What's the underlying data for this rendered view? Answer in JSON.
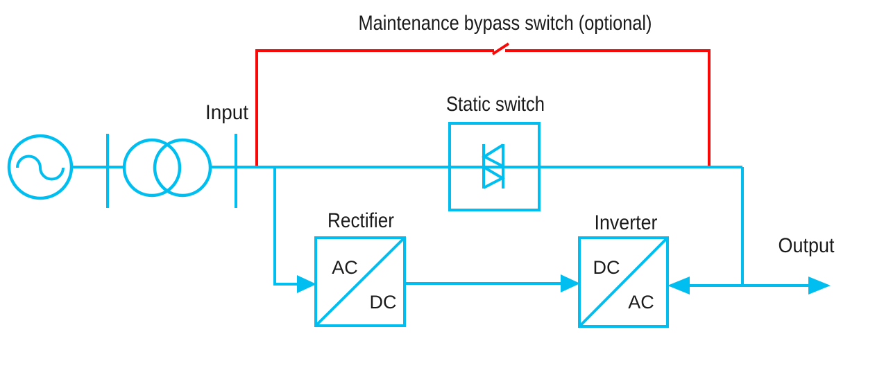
{
  "colors": {
    "line": "#00BFF0",
    "bypass": "#F90808",
    "text": "#1A1A1A",
    "background": "#FFFFFF"
  },
  "labels": {
    "maintenance_bypass": "Maintenance bypass switch (optional)",
    "input": "Input",
    "static_switch": "Static switch",
    "rectifier": "Rectifier",
    "inverter": "Inverter",
    "output": "Output"
  },
  "blocks": {
    "rectifier": {
      "input_side": "AC",
      "output_side": "DC"
    },
    "inverter": {
      "input_side": "DC",
      "output_side": "AC"
    }
  },
  "icons": [
    "ac-source-icon",
    "sine-wave-icon",
    "busbar-icon",
    "transformer-icon",
    "bypass-switch-blade-icon",
    "static-switch-triac-icon",
    "flow-arrow-icon"
  ]
}
